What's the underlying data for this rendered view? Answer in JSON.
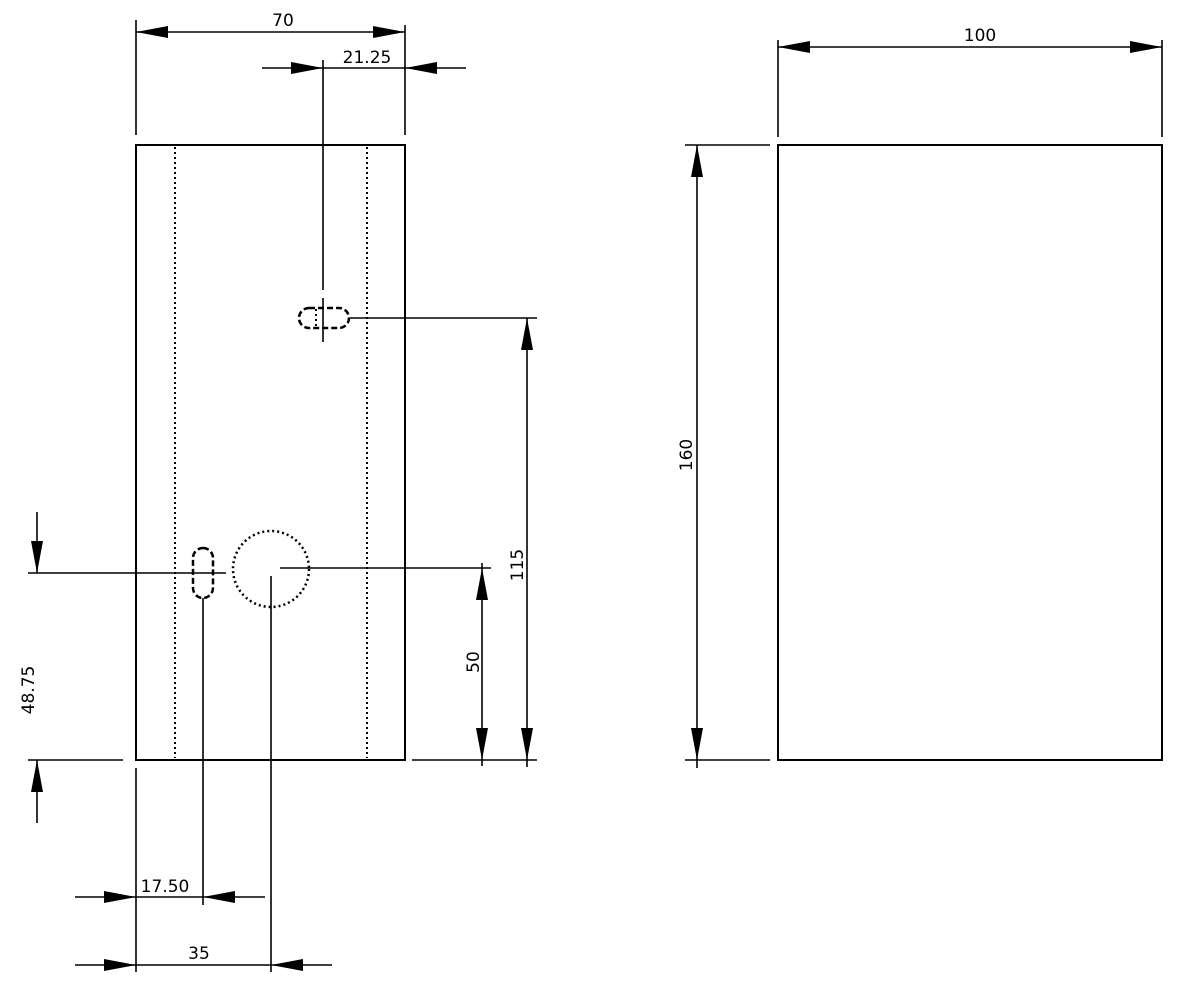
{
  "drawing": {
    "front_view": {
      "width_label": "70",
      "slot_top_offset_label": "21.25",
      "slot_top_height_label": "115",
      "hole_height_label": "50",
      "slot_bottom_height_label": "48.75",
      "slot_bottom_offset_label": "17.50",
      "hole_offset_label": "35"
    },
    "side_view": {
      "width_label": "100",
      "height_label": "160"
    }
  }
}
